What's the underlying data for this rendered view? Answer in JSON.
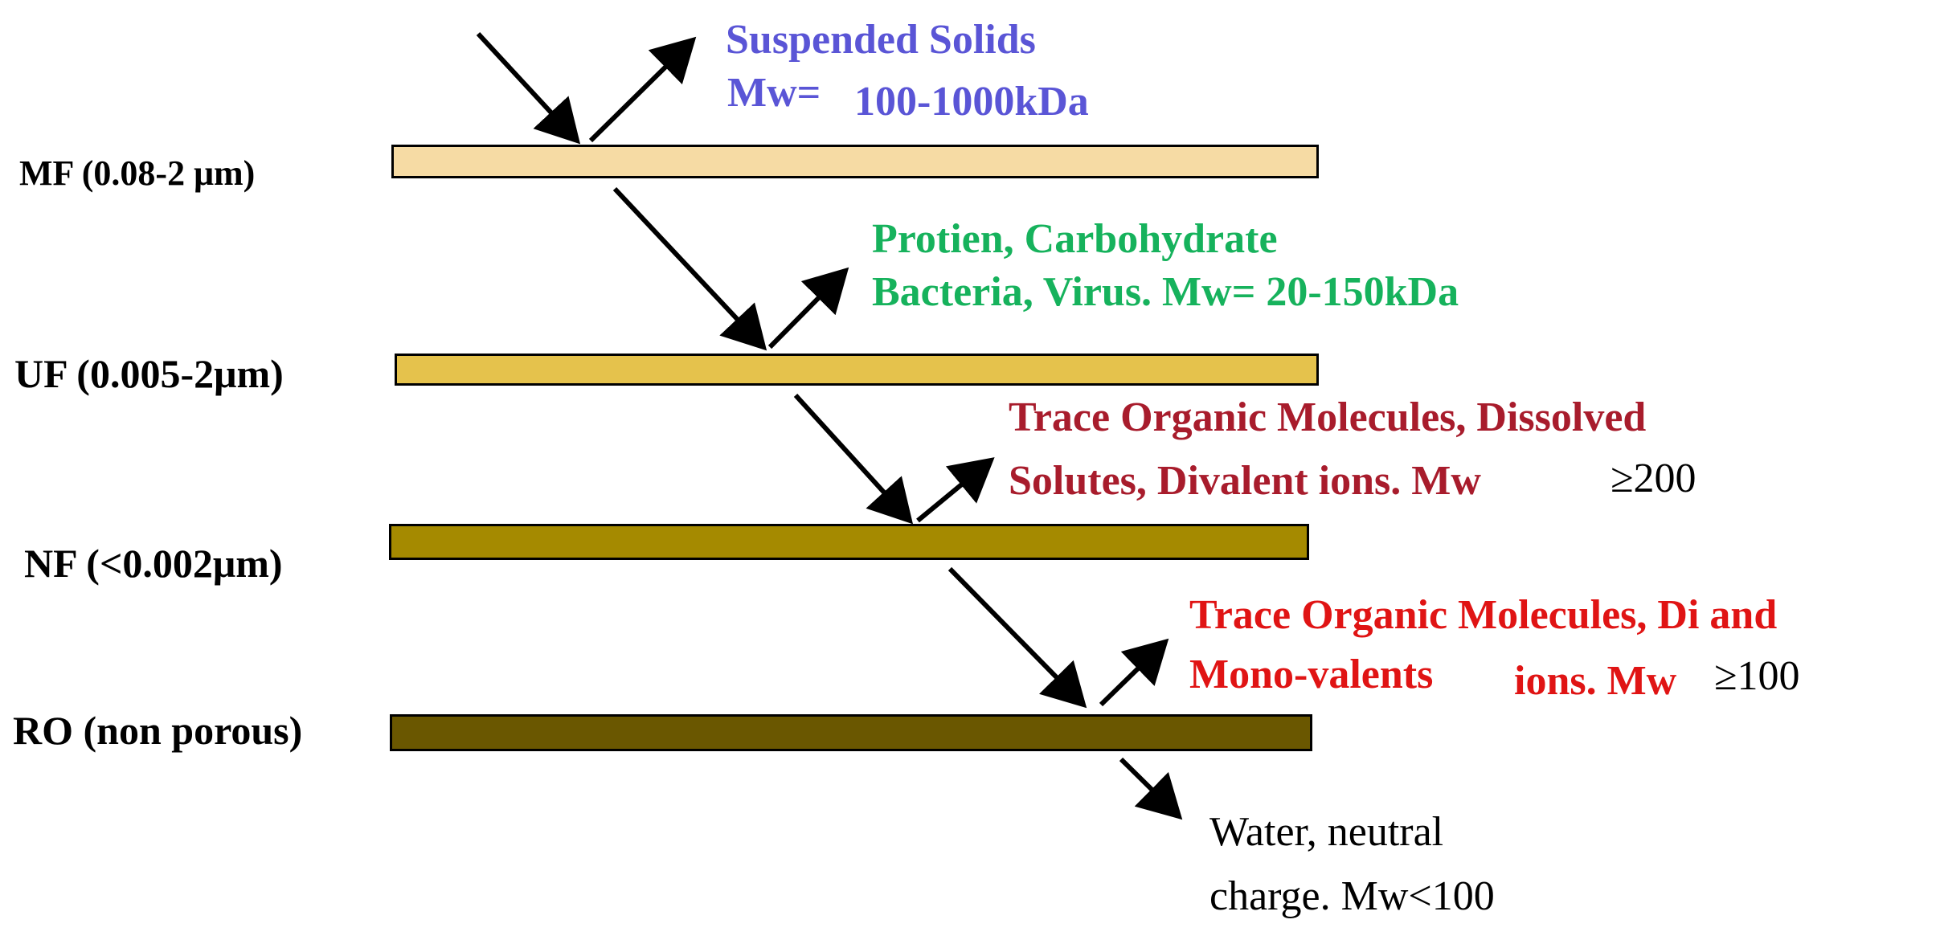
{
  "membranes": [
    {
      "label": "MF (0.08-2 μm)",
      "color": "#f6dba4"
    },
    {
      "label": "UF (0.005-2μm)",
      "color": "#e5c24c"
    },
    {
      "label": "NF (<0.002μm)",
      "color": "#a58a00"
    },
    {
      "label": "RO (non porous)",
      "color": "#6a5700"
    }
  ],
  "rejected": [
    {
      "line1": "Suspended Solids",
      "line2a": "Mw=",
      "line2b": "100-1000kDa",
      "color": "#5a55d6"
    },
    {
      "line1": "Protien, Carbohydrate",
      "line2": "Bacteria, Virus. Mw= 20-150kDa",
      "color": "#16b25c"
    },
    {
      "line1": "Trace Organic Molecules, Dissolved",
      "line2a": "Solutes, Divalent ions. Mw",
      "line2b": "≥200",
      "color": "#a81c2c"
    },
    {
      "line1": "Trace Organic Molecules, Di and",
      "line2a": "Mono-valents",
      "line2b": "ions. Mw",
      "line2c": "≥100",
      "color": "#e01414"
    }
  ],
  "permeate": {
    "line1": "Water, neutral",
    "line2": "charge. Mw<100",
    "color": "#000000"
  }
}
